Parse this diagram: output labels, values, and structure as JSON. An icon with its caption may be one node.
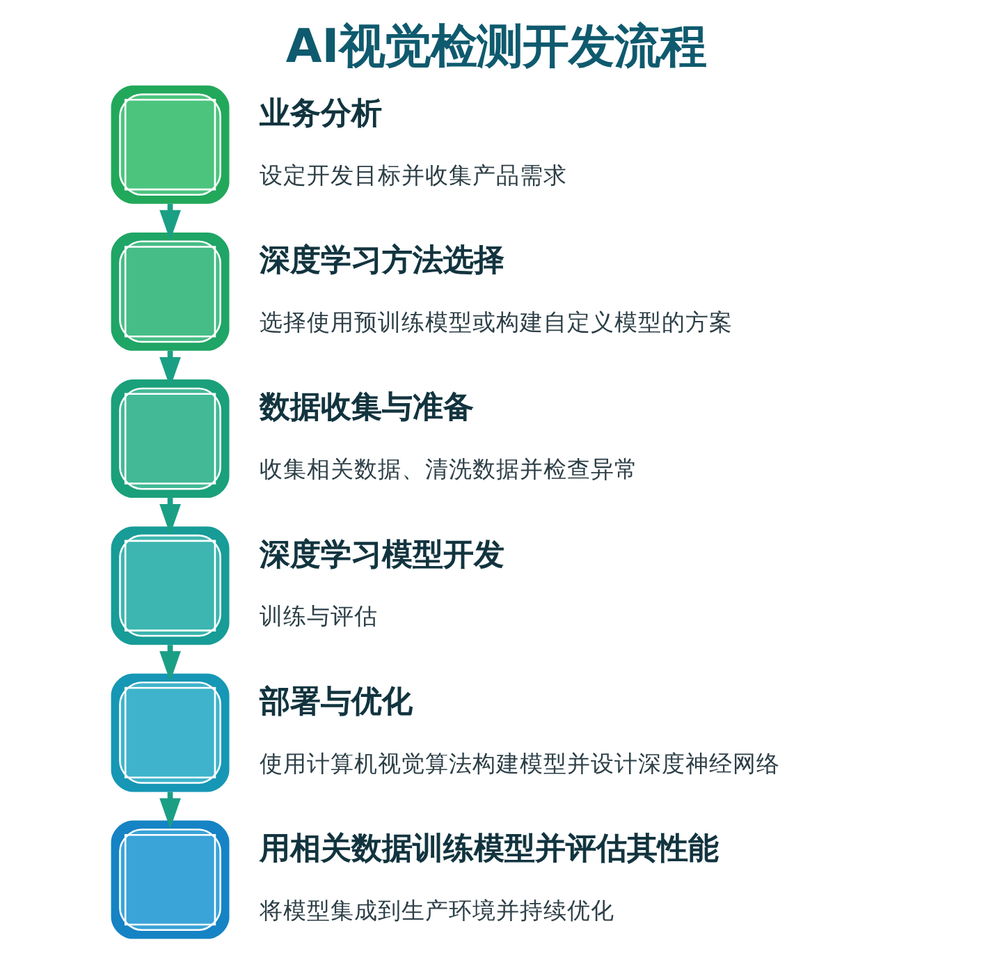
{
  "diagram": {
    "title": "AI视觉检测开发流程",
    "nodes": [
      {
        "text": [
          "业务分析",
          "设定开发目标并收集产品需求"
        ]
      },
      {
        "text": [
          "深度学习方法选择",
          "选择使用预训练模型或构建自定义模型的方案"
        ]
      },
      {
        "text": [
          "数据收集与准备",
          "收集相关数据、清洗数据并检查异常"
        ]
      },
      {
        "text": [
          "深度学习模型开发",
          "训练与评估"
        ]
      },
      {
        "text": [
          "部署与优化",
          "使用计算机视觉算法构建模型并设计深度神经网络"
        ]
      },
      {
        "text": [
          "用相关数据训练模型并评估其性能",
          "将模型集成到生产环境并持续优化"
        ]
      }
    ],
    "edges": [
      {
        "from": 0,
        "to": 1,
        "arrow": "to"
      },
      {
        "from": 1,
        "to": 2,
        "arrow": "to"
      },
      {
        "from": 2,
        "to": 3,
        "arrow": "to"
      },
      {
        "from": 3,
        "to": 4,
        "arrow": "to"
      },
      {
        "from": 4,
        "to": 5,
        "arrow": "to"
      }
    ]
  }
}
